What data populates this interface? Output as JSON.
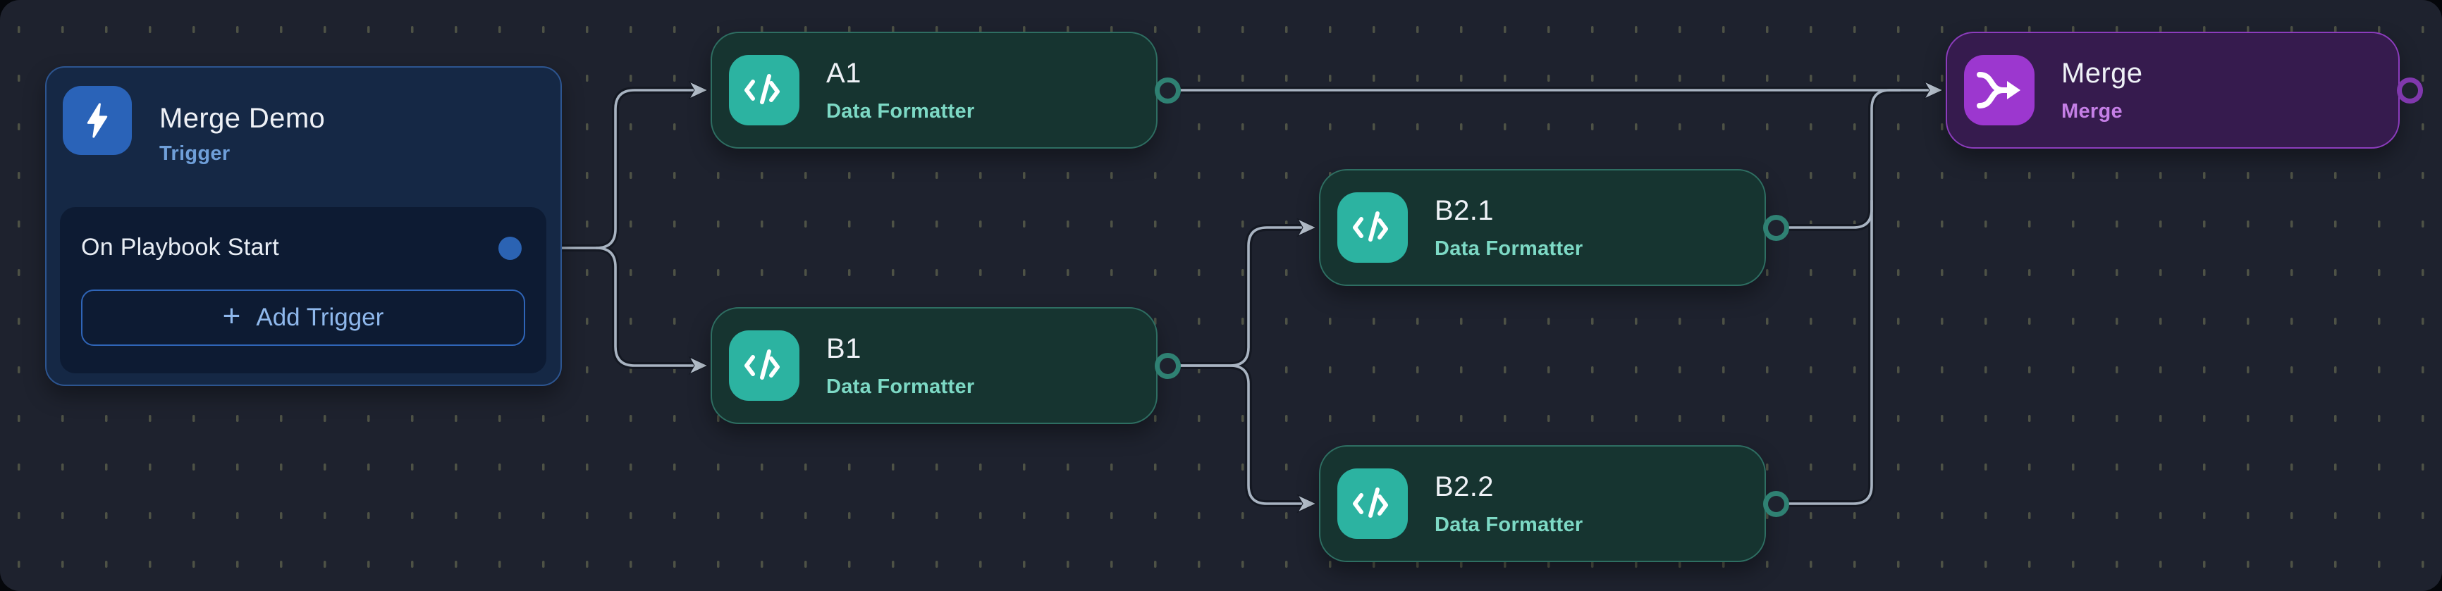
{
  "colors": {
    "outside_bg": "#05070b",
    "canvas_bg": "#1e222e",
    "dot": "#4e5245",
    "edge": "#a8b3c1",
    "edge_halo": "#141822",
    "arrow": "#b5bfcb",
    "teal_node_bg": "#163430",
    "teal_node_border": "#2e6e62",
    "teal_icon_bg": "#2cb3a1",
    "teal_subtitle": "#7dd9c5",
    "teal_port": "#2f8173",
    "merge_node_bg": "#361b4e",
    "merge_node_border": "#8c3cbd",
    "merge_icon_bg": "#9c37cf",
    "merge_subtitle": "#c57fe6",
    "merge_port": "#8038ad",
    "trigger_card_bg": "#152845",
    "trigger_card_border": "#2d5590",
    "trigger_panel_bg": "#0d1b33",
    "trigger_icon_bg": "#2a63b8",
    "trigger_port": "#2b63b3",
    "trigger_subtitle": "#6f9fd9",
    "button_border": "#2f65b8",
    "button_text": "#8fb8ec",
    "title_text": "#eef1f6"
  },
  "trigger_card": {
    "title": "Merge Demo",
    "type_label": "Trigger",
    "row_label": "On Playbook Start",
    "add_trigger_plus": "+",
    "add_trigger_label": "Add Trigger"
  },
  "nodes": [
    {
      "id": "a1",
      "title": "A1",
      "subtitle": "Data Formatter",
      "kind": "data-formatter"
    },
    {
      "id": "b1",
      "title": "B1",
      "subtitle": "Data Formatter",
      "kind": "data-formatter"
    },
    {
      "id": "b2-1",
      "title": "B2.1",
      "subtitle": "Data Formatter",
      "kind": "data-formatter"
    },
    {
      "id": "b2-2",
      "title": "B2.2",
      "subtitle": "Data Formatter",
      "kind": "data-formatter"
    },
    {
      "id": "merge",
      "title": "Merge",
      "subtitle": "Merge",
      "kind": "merge"
    }
  ],
  "edges": [
    {
      "from": "trigger:On Playbook Start",
      "to": "a1"
    },
    {
      "from": "trigger:On Playbook Start",
      "to": "b1"
    },
    {
      "from": "a1",
      "to": "merge"
    },
    {
      "from": "b1",
      "to": "b2-1"
    },
    {
      "from": "b1",
      "to": "b2-2"
    },
    {
      "from": "b2-1",
      "to": "merge"
    },
    {
      "from": "b2-2",
      "to": "merge"
    }
  ]
}
